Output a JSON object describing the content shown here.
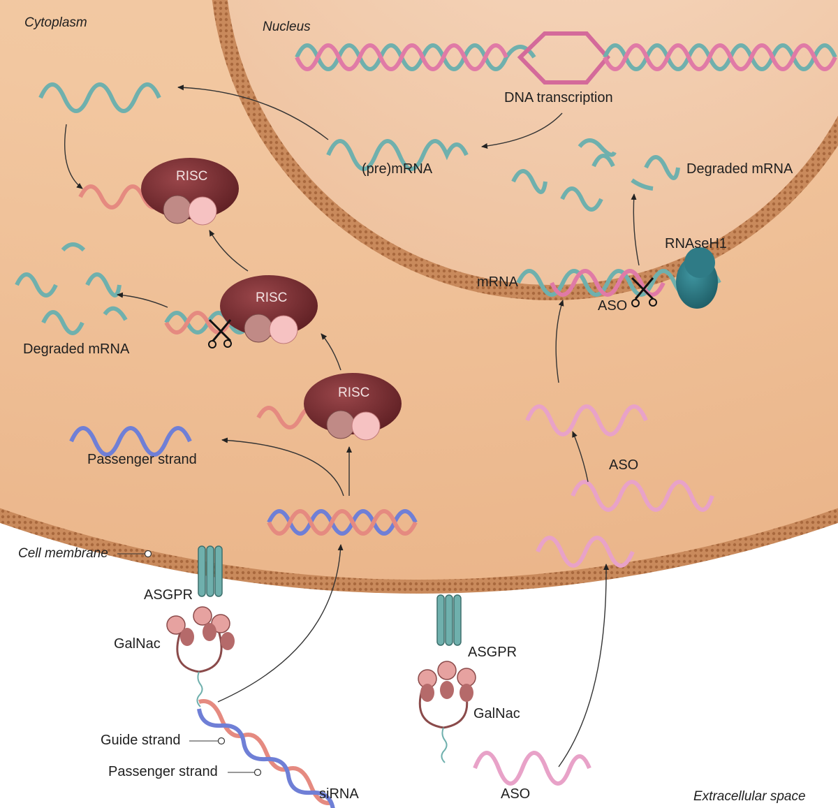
{
  "regions": {
    "cytoplasm": "Cytoplasm",
    "nucleus": "Nucleus",
    "extracellular": "Extracellular space",
    "membrane": "Cell membrane"
  },
  "labels": {
    "dna_transcription": "DNA transcription",
    "pre_mrna": "(pre)mRNA",
    "degraded_right": "Degraded mRNA",
    "degraded_left": "Degraded mRNA",
    "rnaseh1": "RNAseH1",
    "mrna": "mRNA",
    "aso_nucleus": "ASO",
    "aso_mid": "ASO",
    "aso_bottom": "ASO",
    "risc_top": "RISC",
    "risc_mid": "RISC",
    "risc_low": "RISC",
    "passenger_strand": "Passenger strand",
    "asgpr_left": "ASGPR",
    "asgpr_right": "ASGPR",
    "galnac_left": "GalNac",
    "galnac_right": "GalNac",
    "guide_strand": "Guide strand",
    "passenger_strand_bottom": "Passenger strand",
    "sirna": "siRNA"
  },
  "colors": {
    "cytoplasm": "#f2c7a0",
    "nucleus": "#f3cdb0",
    "membrane": "#c98a5c",
    "teal_strand": "#6fb0ad",
    "pink_strand": "#e07aa6",
    "salmon_strand": "#e58a80",
    "blue_strand": "#6f7fd6",
    "risc": "#7a2c30",
    "rnaseh1": "#2f7b86"
  }
}
